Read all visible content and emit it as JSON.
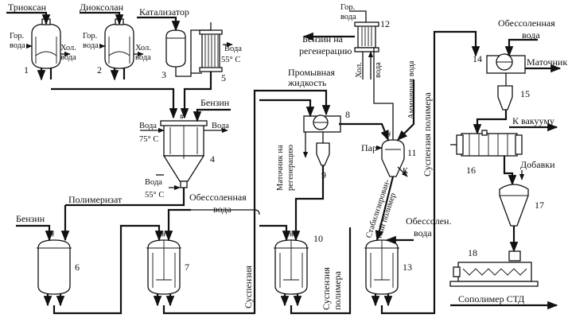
{
  "labels": {
    "trioxan": "Триоксан",
    "dioxolan": "Диоксолан",
    "catalyst": "Катализатор",
    "hot_water_1": "Гор.",
    "hot_water_2": "вода",
    "cold_water_1": "Хол.",
    "cold_water_2": "вода",
    "water": "Вода",
    "temp_55": "55° С",
    "temp_75": "75° С",
    "benzin": "Бензин",
    "polymerizate": "Полимеризат",
    "demin_water_1": "Обессоленная",
    "demin_water_2": "вода",
    "suspension": "Суспензия",
    "suspension_polymer_1": "Суспензия",
    "suspension_polymer_2": "полимера",
    "wash_liquid_1": "Промывная",
    "wash_liquid_2": "жидкость",
    "benzin_regen_1": "Бензин на",
    "benzin_regen_2": "регенерацию",
    "mother_liquor_regen_1": "Маточник на",
    "mother_liquor_regen_2": "регенерацию",
    "ammonia_water": "Аммиачная вода",
    "steam": "Пар",
    "k": "К",
    "stabilized_polymer_1": "Стабилизирован-",
    "stabilized_polymer_2": "ный полимер",
    "demin_short_1": "Обессолен.",
    "demin_short_2": "вода",
    "suspension_polymer_v": "Суспензия полимера",
    "mother_liquor": "Маточник",
    "to_vacuum": "К вакууму",
    "additives": "Добавки",
    "copolymer": "Сополимер СТД",
    "hash": "#"
  },
  "equipment_numbers": [
    "1",
    "2",
    "3",
    "4",
    "5",
    "6",
    "7",
    "8",
    "9",
    "10",
    "11",
    "12",
    "13",
    "14",
    "15",
    "16",
    "17",
    "18"
  ]
}
